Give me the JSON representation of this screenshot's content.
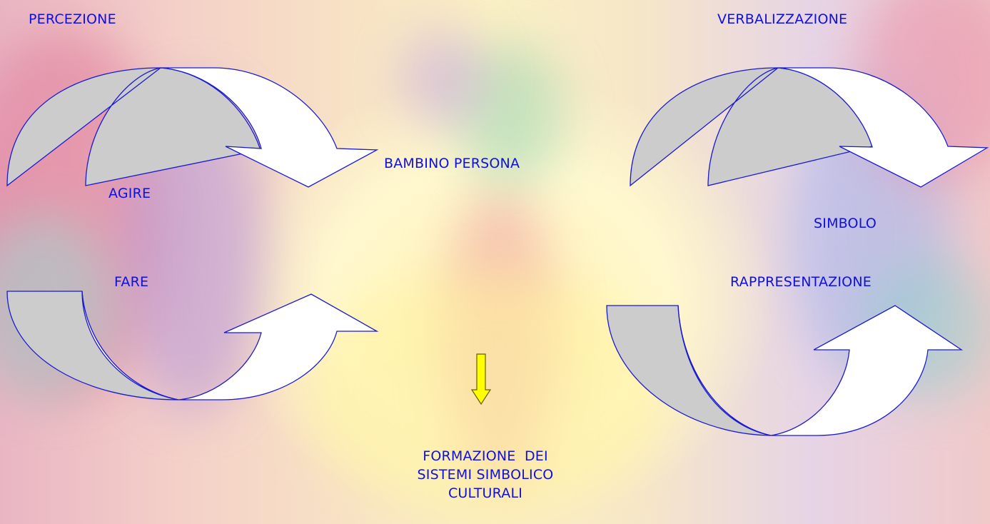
{
  "labels": {
    "percezione": "PERCEZIONE",
    "verbalizzazione": "VERBALIZZAZIONE",
    "bambino_persona": "BAMBINO PERSONA",
    "agire": "AGIRE",
    "simbolo": "SIMBOLO",
    "fare": "FARE",
    "rappresentazione": "RAPPRESENTAZIONE",
    "formazione_line1": "FORMAZIONE  DEI",
    "formazione_line2": "SISTEMI SIMBOLICO",
    "formazione_line3": "CULTURALI"
  },
  "colors": {
    "text": "#1010dd",
    "arrow_outline": "#1a1ad0",
    "arrow_gray": "#cccccc",
    "arrow_white": "#ffffff",
    "down_arrow": "#ffff00"
  },
  "icons": {
    "curved_arrow": "curved-arrow-icon",
    "down_arrow": "down-arrow-icon"
  }
}
